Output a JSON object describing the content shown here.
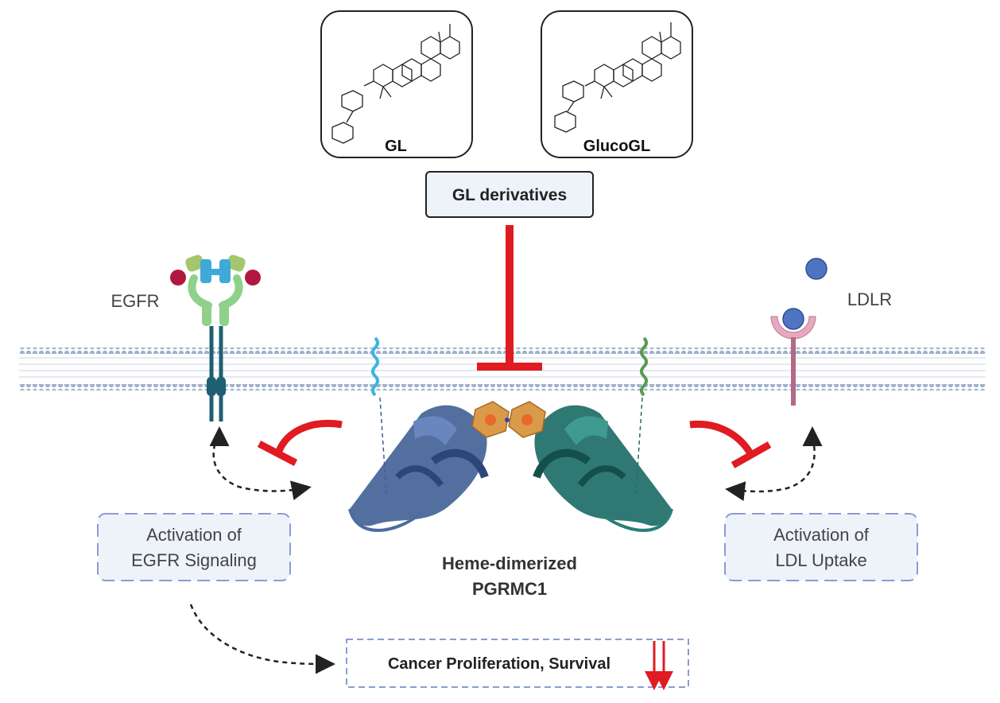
{
  "molecules": {
    "left": {
      "label": "GL"
    },
    "right": {
      "label": "GlucoGL"
    }
  },
  "derivatives_box": {
    "label": "GL derivatives"
  },
  "receptors": {
    "egfr": {
      "label": "EGFR"
    },
    "ldlr": {
      "label": "LDLR"
    }
  },
  "protein": {
    "line1": "Heme-dimerized",
    "line2": "PGRMC1"
  },
  "outcomes": {
    "egfr_activation": {
      "line1": "Activation of",
      "line2": "EGFR Signaling"
    },
    "ldl_activation": {
      "line1": "Activation of",
      "line2": "LDL Uptake"
    },
    "cancer": {
      "label": "Cancer Proliferation, Survival"
    }
  },
  "colors": {
    "inhibit_red": "#e01b22",
    "membrane_blue": "#a9bdd6",
    "dashed_box_border": "#8a9ccf",
    "box_fill": "#eef3fa",
    "protein_blue": "#3f5f96",
    "protein_teal": "#1e6d67",
    "heme_orange": "#d99a4a",
    "egfr_teal": "#1f5f73",
    "ldlr_pink": "#e8a9bf",
    "ligand_blue": "#4f74c4",
    "ligand_red": "#b2183f"
  },
  "icons": [
    "molecule-structure-icon",
    "egfr-receptor-icon",
    "ldlr-receptor-icon",
    "ldl-particle-icon",
    "egf-ligand-icon",
    "inhibition-bar-icon",
    "down-arrows-icon"
  ]
}
